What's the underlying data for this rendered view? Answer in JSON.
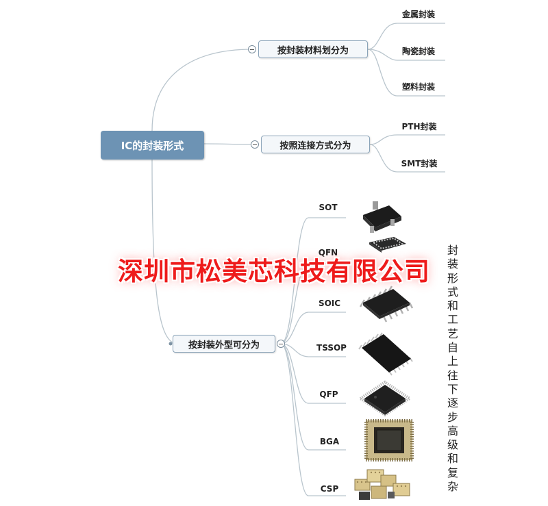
{
  "root": {
    "label": "IC的封装形式"
  },
  "branches": [
    {
      "label": "按封装材料划分为",
      "leaves": [
        "金属封装",
        "陶瓷封装",
        "塑料封装"
      ]
    },
    {
      "label": "按照连接方式分为",
      "leaves": [
        "PTH封装",
        "SMT封装"
      ]
    },
    {
      "label": "按封装外型可分为",
      "leaves": [
        "SOT",
        "QFN",
        "SOIC",
        "TSSOP",
        "QFP",
        "BGA",
        "CSP"
      ]
    }
  ],
  "watermark": "深圳市松美芯科技有限公司",
  "side_note": "封装形式和工艺自上往下逐步高级和复杂",
  "colors": {
    "root_fill": "#6d93b4",
    "line": "#b8c4cc",
    "watermark": "#ee1b1b"
  }
}
